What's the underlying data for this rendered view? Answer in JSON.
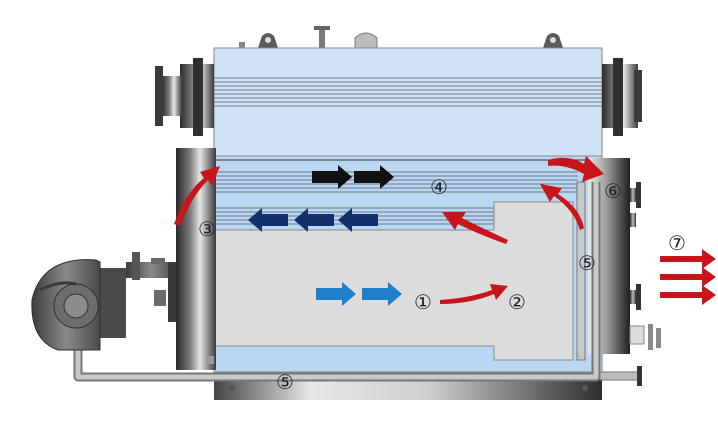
{
  "labels": {
    "furnace": "①",
    "reversal_chamber": "②",
    "front_smoke_box": "③",
    "second_pass_tubes": "④",
    "water_circulation": "⑤",
    "rear_smoke_box": "⑥",
    "exhaust": "⑦"
  },
  "colors": {
    "flame_arrow": "#c8141b",
    "exhaust_arrow": "#c8141b",
    "gas_flow_blue": "#1e7fc8",
    "return_flow_navy": "#13306a",
    "upper_flow_black": "#111111",
    "water_fill": "#b9d6f3",
    "upper_drum_fill": "#cfe2f6",
    "furnace_fill": "#dcdcdc"
  },
  "icons": [
    "burner-icon",
    "flow-arrow-icon",
    "exhaust-arrow-icon",
    "nozzle-icon"
  ]
}
